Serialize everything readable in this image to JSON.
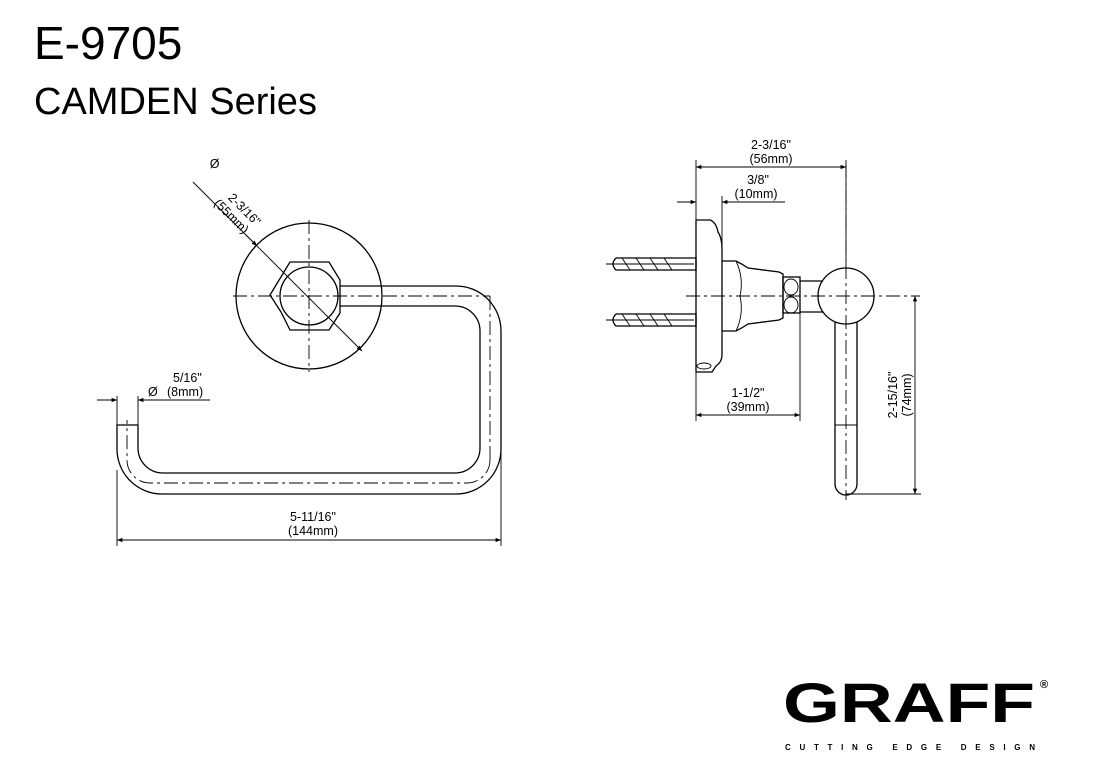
{
  "header": {
    "model": "E-9705",
    "series": "CAMDEN Series"
  },
  "front_view": {
    "plate_diameter": {
      "symbol": "Ø",
      "imperial": "2-3/16\"",
      "metric": "(55mm)"
    },
    "rod_diameter": {
      "symbol": "Ø",
      "imperial": "5/16\"",
      "metric": "(8mm)"
    },
    "overall_width": {
      "imperial": "5-11/16\"",
      "metric": "(144mm)"
    }
  },
  "side_view": {
    "overall_projection": {
      "imperial": "2-3/16\"",
      "metric": "(56mm)"
    },
    "plate_thickness": {
      "imperial": "3/8\"",
      "metric": "(10mm)"
    },
    "post_projection": {
      "imperial": "1-1/2\"",
      "metric": "(39mm)"
    },
    "ring_drop": {
      "imperial": "2-15/16\"",
      "metric": "(74mm)"
    }
  },
  "brand": {
    "name": "GRAFF",
    "registered": "®",
    "tagline": "CUTTING EDGE DESIGN"
  }
}
